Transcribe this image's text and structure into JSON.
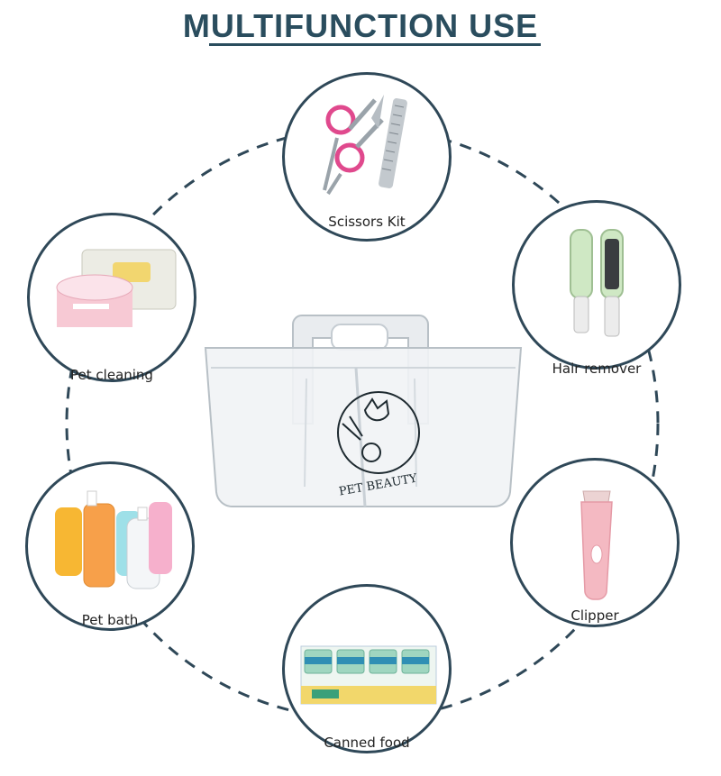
{
  "title": "MULTIFUNCTION USE",
  "colors": {
    "accent": "#2a4d5e",
    "ring": "#2f4858"
  },
  "center_product": {
    "logo_text": "PET BEAUTY"
  },
  "items": [
    {
      "label": "Scissors Kit",
      "icon": "scissors-comb-icon"
    },
    {
      "label": "Hair remover",
      "icon": "lint-roller-icon"
    },
    {
      "label": "Clipper",
      "icon": "hair-clipper-icon"
    },
    {
      "label": "Canned food",
      "icon": "canned-food-icon"
    },
    {
      "label": "Pet bath",
      "icon": "shampoo-bottles-icon"
    },
    {
      "label": "Pet cleaning",
      "icon": "wipes-icon"
    }
  ]
}
